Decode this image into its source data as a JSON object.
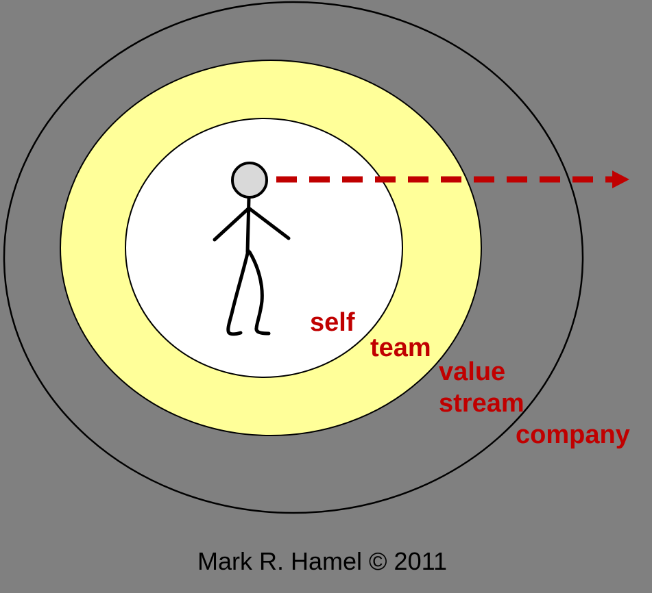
{
  "diagram": {
    "name": "concentric-spheres-of-influence",
    "labels": {
      "self": "self",
      "team": "team",
      "value_stream": "value\nstream",
      "company": "company"
    },
    "rings": [
      {
        "label": "self",
        "fill": "#FFFFFF"
      },
      {
        "label": "team",
        "fill": "#FFFF99"
      },
      {
        "label": "value stream",
        "fill": "#808080"
      },
      {
        "label": "company",
        "fill": "#808080"
      }
    ],
    "figure": {
      "icon": "stick-person-icon",
      "head_fill": "#D9D9D9"
    },
    "arrow": {
      "icon": "dashed-arrow-right-icon",
      "color": "#C00000",
      "direction": "right"
    }
  },
  "colors": {
    "background": "#808080",
    "ring_company_fill": "#808080",
    "ring_team_fill": "#FFFF99",
    "ring_self_fill": "#FFFFFF",
    "outline": "#000000",
    "accent_red": "#C00000",
    "head_fill": "#D9D9D9"
  },
  "footer": {
    "copyright": "Mark R. Hamel © 2011"
  }
}
